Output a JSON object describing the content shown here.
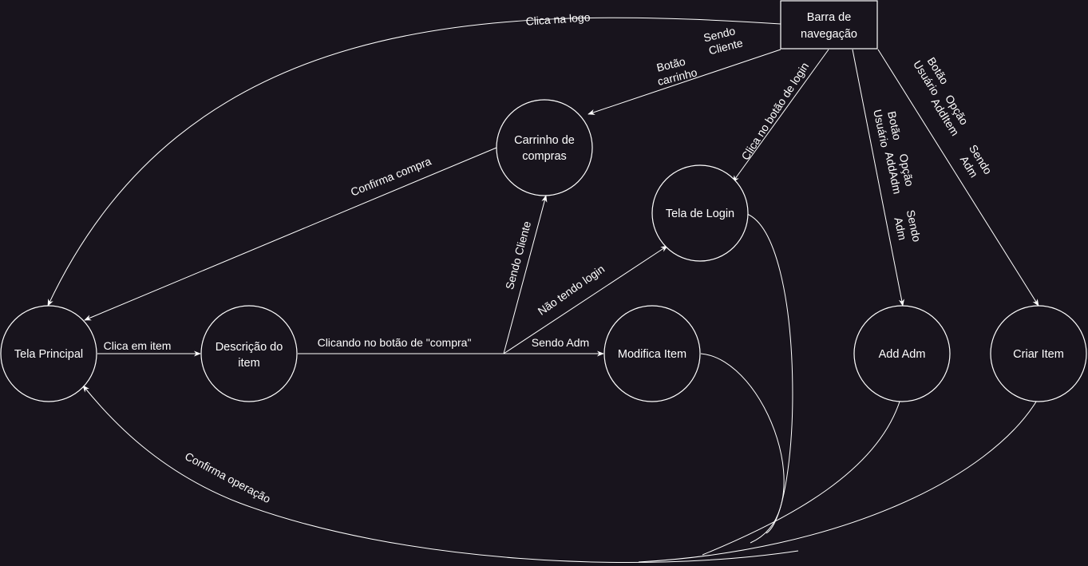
{
  "nodes": {
    "tela_principal": "Tela Principal",
    "descricao_l1": "Descrição do",
    "descricao_l2": "item",
    "carrinho_l1": "Carrinho de",
    "carrinho_l2": "compras",
    "tela_login": "Tela de Login",
    "modifica_item": "Modifica Item",
    "add_adm": "Add Adm",
    "criar_item": "Criar Item",
    "barra_l1": "Barra de",
    "barra_l2": "navegação"
  },
  "edges": {
    "clica_logo": "Clica na logo",
    "botao_carrinho_l1": "Botão",
    "botao_carrinho_l2": "carrinho",
    "sendo_cliente_nav_l1": "Sendo",
    "sendo_cliente_nav_l2": "Cliente",
    "clica_botao_login": "Clica no botão de login",
    "botao_usuario_l1": "Botão",
    "botao_usuario_l2": "Usuário",
    "opcao_additem_l1": "Opção",
    "opcao_additem_l2": "AddItem",
    "sendo_adm_1_l1": "Sendo",
    "sendo_adm_1_l2": "Adm",
    "botao_usuario2_l1": "Botão",
    "botao_usuario2_l2": "Usuário",
    "opcao_addadm_l1": "Opção",
    "opcao_addadm_l2": "AddAdm",
    "sendo_adm_2_l1": "Sendo",
    "sendo_adm_2_l2": "Adm",
    "confirma_compra": "Confirma compra",
    "sendo_cliente": "Sendo Cliente",
    "nao_tendo_login": "Não tendo login",
    "clica_em_item": "Clica em item",
    "clicando_botao_compra": "Clicando no botão de \"compra\"",
    "sendo_adm": "Sendo Adm",
    "confirma_operacao": "Confirma operação"
  }
}
